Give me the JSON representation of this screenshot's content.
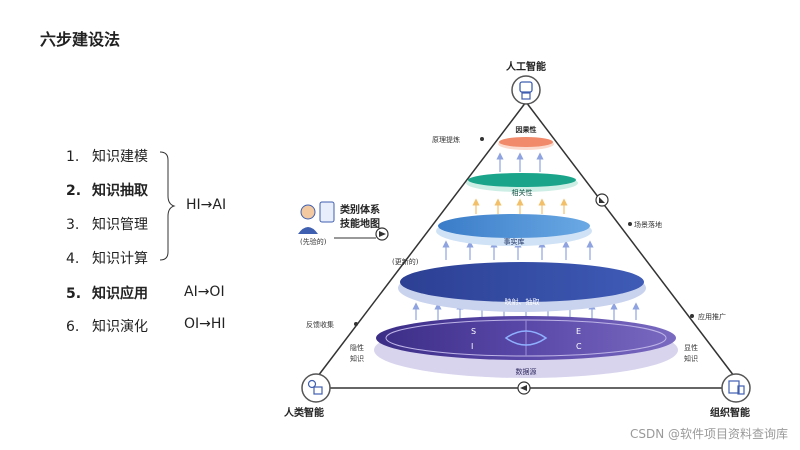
{
  "page": {
    "title": "六步建设法"
  },
  "steps": [
    {
      "num": "1.",
      "label": "知识建模",
      "bold": false
    },
    {
      "num": "2.",
      "label": "知识抽取",
      "bold": true
    },
    {
      "num": "3.",
      "label": "知识管理",
      "bold": false
    },
    {
      "num": "4.",
      "label": "知识计算",
      "bold": false
    },
    {
      "num": "5.",
      "label": "知识应用",
      "bold": true
    },
    {
      "num": "6.",
      "label": "知识演化",
      "bold": false
    }
  ],
  "notes": {
    "group_1_4": "HI→AI",
    "step_5": "AI→OI",
    "step_6": "OI→HI"
  },
  "diagram": {
    "top_label": "人工智能",
    "bottom_left_label": "人类智能",
    "bottom_right_label": "组织智能",
    "left_box_line1": "类别体系",
    "left_box_line2": "技能地图",
    "expert_label": "(先验的)",
    "updated_label": "(更新的)",
    "layers": {
      "causal": "因果性",
      "correlation": "相关性",
      "fact_base": "事实库",
      "mapping": "映射、抽取",
      "data_source": "数据源"
    },
    "side_labels": {
      "principle": "原理提炼",
      "scenario": "场景落地",
      "feedback": "反馈收集",
      "promotion": "应用推广",
      "tacit_1": "隐性",
      "tacit_2": "知识",
      "explicit_1": "显性",
      "explicit_2": "知识"
    },
    "seci": {
      "s": "S",
      "e": "E",
      "i": "I",
      "c": "C"
    }
  },
  "watermark": "CSDN @软件项目资料查询库",
  "colors": {
    "causal": "#f08a6a",
    "correlation": "#1aa58a",
    "fact_base": "#3f86d0",
    "mapping": "#2c4a9e",
    "data_source": "#4a3c8c",
    "arrow_up": "#8fa3e0",
    "arrow_up_warm": "#f3c06a"
  }
}
